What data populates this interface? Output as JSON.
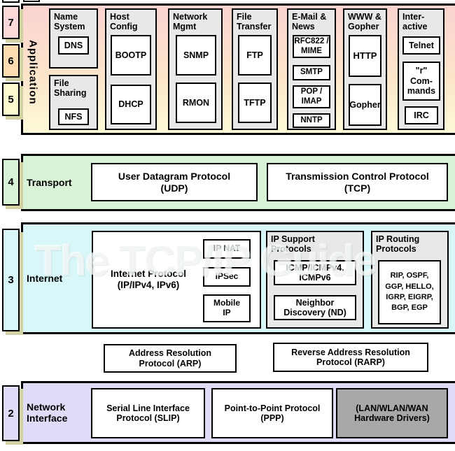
{
  "watermark": "The TCP/IP Guide",
  "numbers": {
    "n7": "7",
    "n6": "6",
    "n5": "5",
    "n4": "4",
    "n3": "3",
    "n2": "2"
  },
  "application": {
    "label": "Application",
    "name_system": {
      "title": "Name System",
      "dns": "DNS"
    },
    "file_sharing": {
      "title": "File Sharing",
      "nfs": "NFS"
    },
    "host_config": {
      "title": "Host Config",
      "bootp": "BOOTP",
      "dhcp": "DHCP"
    },
    "network_mgmt": {
      "title": "Network Mgmt",
      "snmp": "SNMP",
      "rmon": "RMON"
    },
    "file_transfer": {
      "title": "File Transfer",
      "ftp": "FTP",
      "tftp": "TFTP"
    },
    "email_news": {
      "title": "E-Mail & News",
      "rfc822": "RFC822 / MIME",
      "smtp": "SMTP",
      "pop": "POP / IMAP",
      "nntp": "NNTP"
    },
    "www_gopher": {
      "title": "WWW & Gopher",
      "http": "HTTP",
      "gopher": "Gopher"
    },
    "interactive": {
      "title": "Inter-active",
      "telnet": "Telnet",
      "rcmd": "\"r\" Com-mands",
      "irc": "IRC"
    }
  },
  "transport": {
    "label": "Transport",
    "udp": "User Datagram Protocol (UDP)",
    "tcp": "Transmission Control Protocol (TCP)"
  },
  "internet": {
    "label": "Internet",
    "ip": "Internet Protocol (IP/IPv4, IPv6)",
    "ipnat": "IP NAT",
    "ipsec": "IPSec",
    "mobileip": "Mobile IP",
    "support": {
      "title": "IP Support Protocols",
      "icmp": "ICMP/ICMPv4, ICMPv6",
      "nd": "Neighbor Discovery (ND)"
    },
    "routing": {
      "title": "IP Routing Protocols",
      "list": "RIP, OSPF, GGP, HELLO, IGRP, EIGRP, BGP, EGP"
    }
  },
  "arp": "Address Resolution Protocol (ARP)",
  "rarp": "Reverse Address Resolution Protocol (RARP)",
  "network_interface": {
    "label": "Network Interface",
    "slip": "Serial Line Interface Protocol (SLIP)",
    "ppp": "Point-to-Point Protocol (PPP)",
    "hw": "(LAN/WLAN/WAN Hardware Drivers)"
  }
}
